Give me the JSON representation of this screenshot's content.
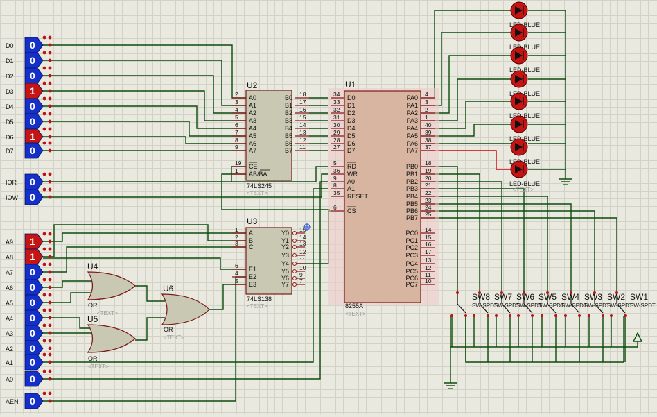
{
  "inputs": [
    {
      "label": "D0",
      "value": "0",
      "color": "#1530c8"
    },
    {
      "label": "D1",
      "value": "0",
      "color": "#1530c8"
    },
    {
      "label": "D2",
      "value": "0",
      "color": "#1530c8"
    },
    {
      "label": "D3",
      "value": "1",
      "color": "#c41414"
    },
    {
      "label": "D4",
      "value": "0",
      "color": "#1530c8"
    },
    {
      "label": "D5",
      "value": "0",
      "color": "#1530c8"
    },
    {
      "label": "D6",
      "value": "1",
      "color": "#c41414"
    },
    {
      "label": "D7",
      "value": "0",
      "color": "#1530c8"
    },
    {
      "label": "IOR",
      "value": "0",
      "color": "#1530c8"
    },
    {
      "label": "IOW",
      "value": "0",
      "color": "#1530c8"
    },
    {
      "label": "A9",
      "value": "1",
      "color": "#c41414"
    },
    {
      "label": "A8",
      "value": "1",
      "color": "#c41414"
    },
    {
      "label": "A7",
      "value": "0",
      "color": "#1530c8"
    },
    {
      "label": "A6",
      "value": "0",
      "color": "#1530c8"
    },
    {
      "label": "A5",
      "value": "0",
      "color": "#1530c8"
    },
    {
      "label": "A4",
      "value": "0",
      "color": "#1530c8"
    },
    {
      "label": "A3",
      "value": "0",
      "color": "#1530c8"
    },
    {
      "label": "A2",
      "value": "0",
      "color": "#1530c8"
    },
    {
      "label": "A1",
      "value": "0",
      "color": "#1530c8"
    },
    {
      "label": "A0",
      "value": "0",
      "color": "#1530c8"
    },
    {
      "label": "AEN",
      "value": "0",
      "color": "#1530c8"
    }
  ],
  "u2": {
    "ref": "U2",
    "part": "74LS245",
    "text": "<TEXT>",
    "left_pins": [
      {
        "num": "2",
        "name": "A0"
      },
      {
        "num": "3",
        "name": "A1"
      },
      {
        "num": "4",
        "name": "A2"
      },
      {
        "num": "5",
        "name": "A3"
      },
      {
        "num": "6",
        "name": "A4"
      },
      {
        "num": "7",
        "name": "A5"
      },
      {
        "num": "8",
        "name": "A6"
      },
      {
        "num": "9",
        "name": "A7"
      },
      {
        "num": "19",
        "name": "CE"
      },
      {
        "num": "1",
        "name": "AB/BA"
      }
    ],
    "right_pins": [
      {
        "num": "18",
        "name": "B0"
      },
      {
        "num": "17",
        "name": "B1"
      },
      {
        "num": "16",
        "name": "B2"
      },
      {
        "num": "15",
        "name": "B3"
      },
      {
        "num": "14",
        "name": "B4"
      },
      {
        "num": "13",
        "name": "B5"
      },
      {
        "num": "12",
        "name": "B6"
      },
      {
        "num": "11",
        "name": "B7"
      }
    ]
  },
  "u3": {
    "ref": "U3",
    "part": "74LS138",
    "text": "<TEXT>",
    "left_pins": [
      {
        "num": "1",
        "name": "A"
      },
      {
        "num": "2",
        "name": "B"
      },
      {
        "num": "3",
        "name": "C"
      },
      {
        "num": "6",
        "name": "E1"
      },
      {
        "num": "4",
        "name": "E2"
      },
      {
        "num": "5",
        "name": "E3"
      }
    ],
    "right_pins": [
      {
        "num": "15",
        "name": "Y0"
      },
      {
        "num": "14",
        "name": "Y1"
      },
      {
        "num": "13",
        "name": "Y2"
      },
      {
        "num": "12",
        "name": "Y3"
      },
      {
        "num": "11",
        "name": "Y4"
      },
      {
        "num": "10",
        "name": "Y5"
      },
      {
        "num": "9",
        "name": "Y6"
      },
      {
        "num": "7",
        "name": "Y7"
      }
    ]
  },
  "u1": {
    "ref": "U1",
    "part": "8255A",
    "text": "<TEXT>",
    "left_pins": [
      {
        "num": "34",
        "name": "D0"
      },
      {
        "num": "33",
        "name": "D1"
      },
      {
        "num": "32",
        "name": "D2"
      },
      {
        "num": "31",
        "name": "D3"
      },
      {
        "num": "30",
        "name": "D4"
      },
      {
        "num": "29",
        "name": "D5"
      },
      {
        "num": "28",
        "name": "D6"
      },
      {
        "num": "27",
        "name": "D7"
      },
      {
        "num": "5",
        "name": "RD"
      },
      {
        "num": "36",
        "name": "WR"
      },
      {
        "num": "9",
        "name": "A0"
      },
      {
        "num": "8",
        "name": "A1"
      },
      {
        "num": "35",
        "name": "RESET"
      },
      {
        "num": "6",
        "name": "CS"
      }
    ],
    "right_pins": [
      {
        "num": "4",
        "name": "PA0"
      },
      {
        "num": "3",
        "name": "PA1"
      },
      {
        "num": "2",
        "name": "PA2"
      },
      {
        "num": "1",
        "name": "PA3"
      },
      {
        "num": "40",
        "name": "PA4"
      },
      {
        "num": "39",
        "name": "PA5"
      },
      {
        "num": "38",
        "name": "PA6"
      },
      {
        "num": "37",
        "name": "PA7"
      },
      {
        "num": "18",
        "name": "PB0"
      },
      {
        "num": "19",
        "name": "PB1"
      },
      {
        "num": "20",
        "name": "PB2"
      },
      {
        "num": "21",
        "name": "PB3"
      },
      {
        "num": "22",
        "name": "PB4"
      },
      {
        "num": "23",
        "name": "PB5"
      },
      {
        "num": "24",
        "name": "PB6"
      },
      {
        "num": "25",
        "name": "PB7"
      },
      {
        "num": "14",
        "name": "PC0"
      },
      {
        "num": "15",
        "name": "PC1"
      },
      {
        "num": "16",
        "name": "PC2"
      },
      {
        "num": "17",
        "name": "PC3"
      },
      {
        "num": "13",
        "name": "PC4"
      },
      {
        "num": "12",
        "name": "PC5"
      },
      {
        "num": "11",
        "name": "PC6"
      },
      {
        "num": "10",
        "name": "PC7"
      }
    ]
  },
  "gates": [
    {
      "ref": "U4",
      "type": "OR",
      "text": "<TEXT>"
    },
    {
      "ref": "U5",
      "type": "OR",
      "text": "<TEXT>"
    },
    {
      "ref": "U6",
      "type": "OR",
      "text": "<TEXT>"
    }
  ],
  "leds": {
    "label": "LED-BLUE",
    "count": 8,
    "text": "<TEXT>",
    "color": "#c41414"
  },
  "switches": {
    "labels": [
      "SW8",
      "SW7",
      "SW6",
      "SW5",
      "SW4",
      "SW3",
      "SW2",
      "SW1"
    ],
    "type_label": "SW-SPDT"
  }
}
